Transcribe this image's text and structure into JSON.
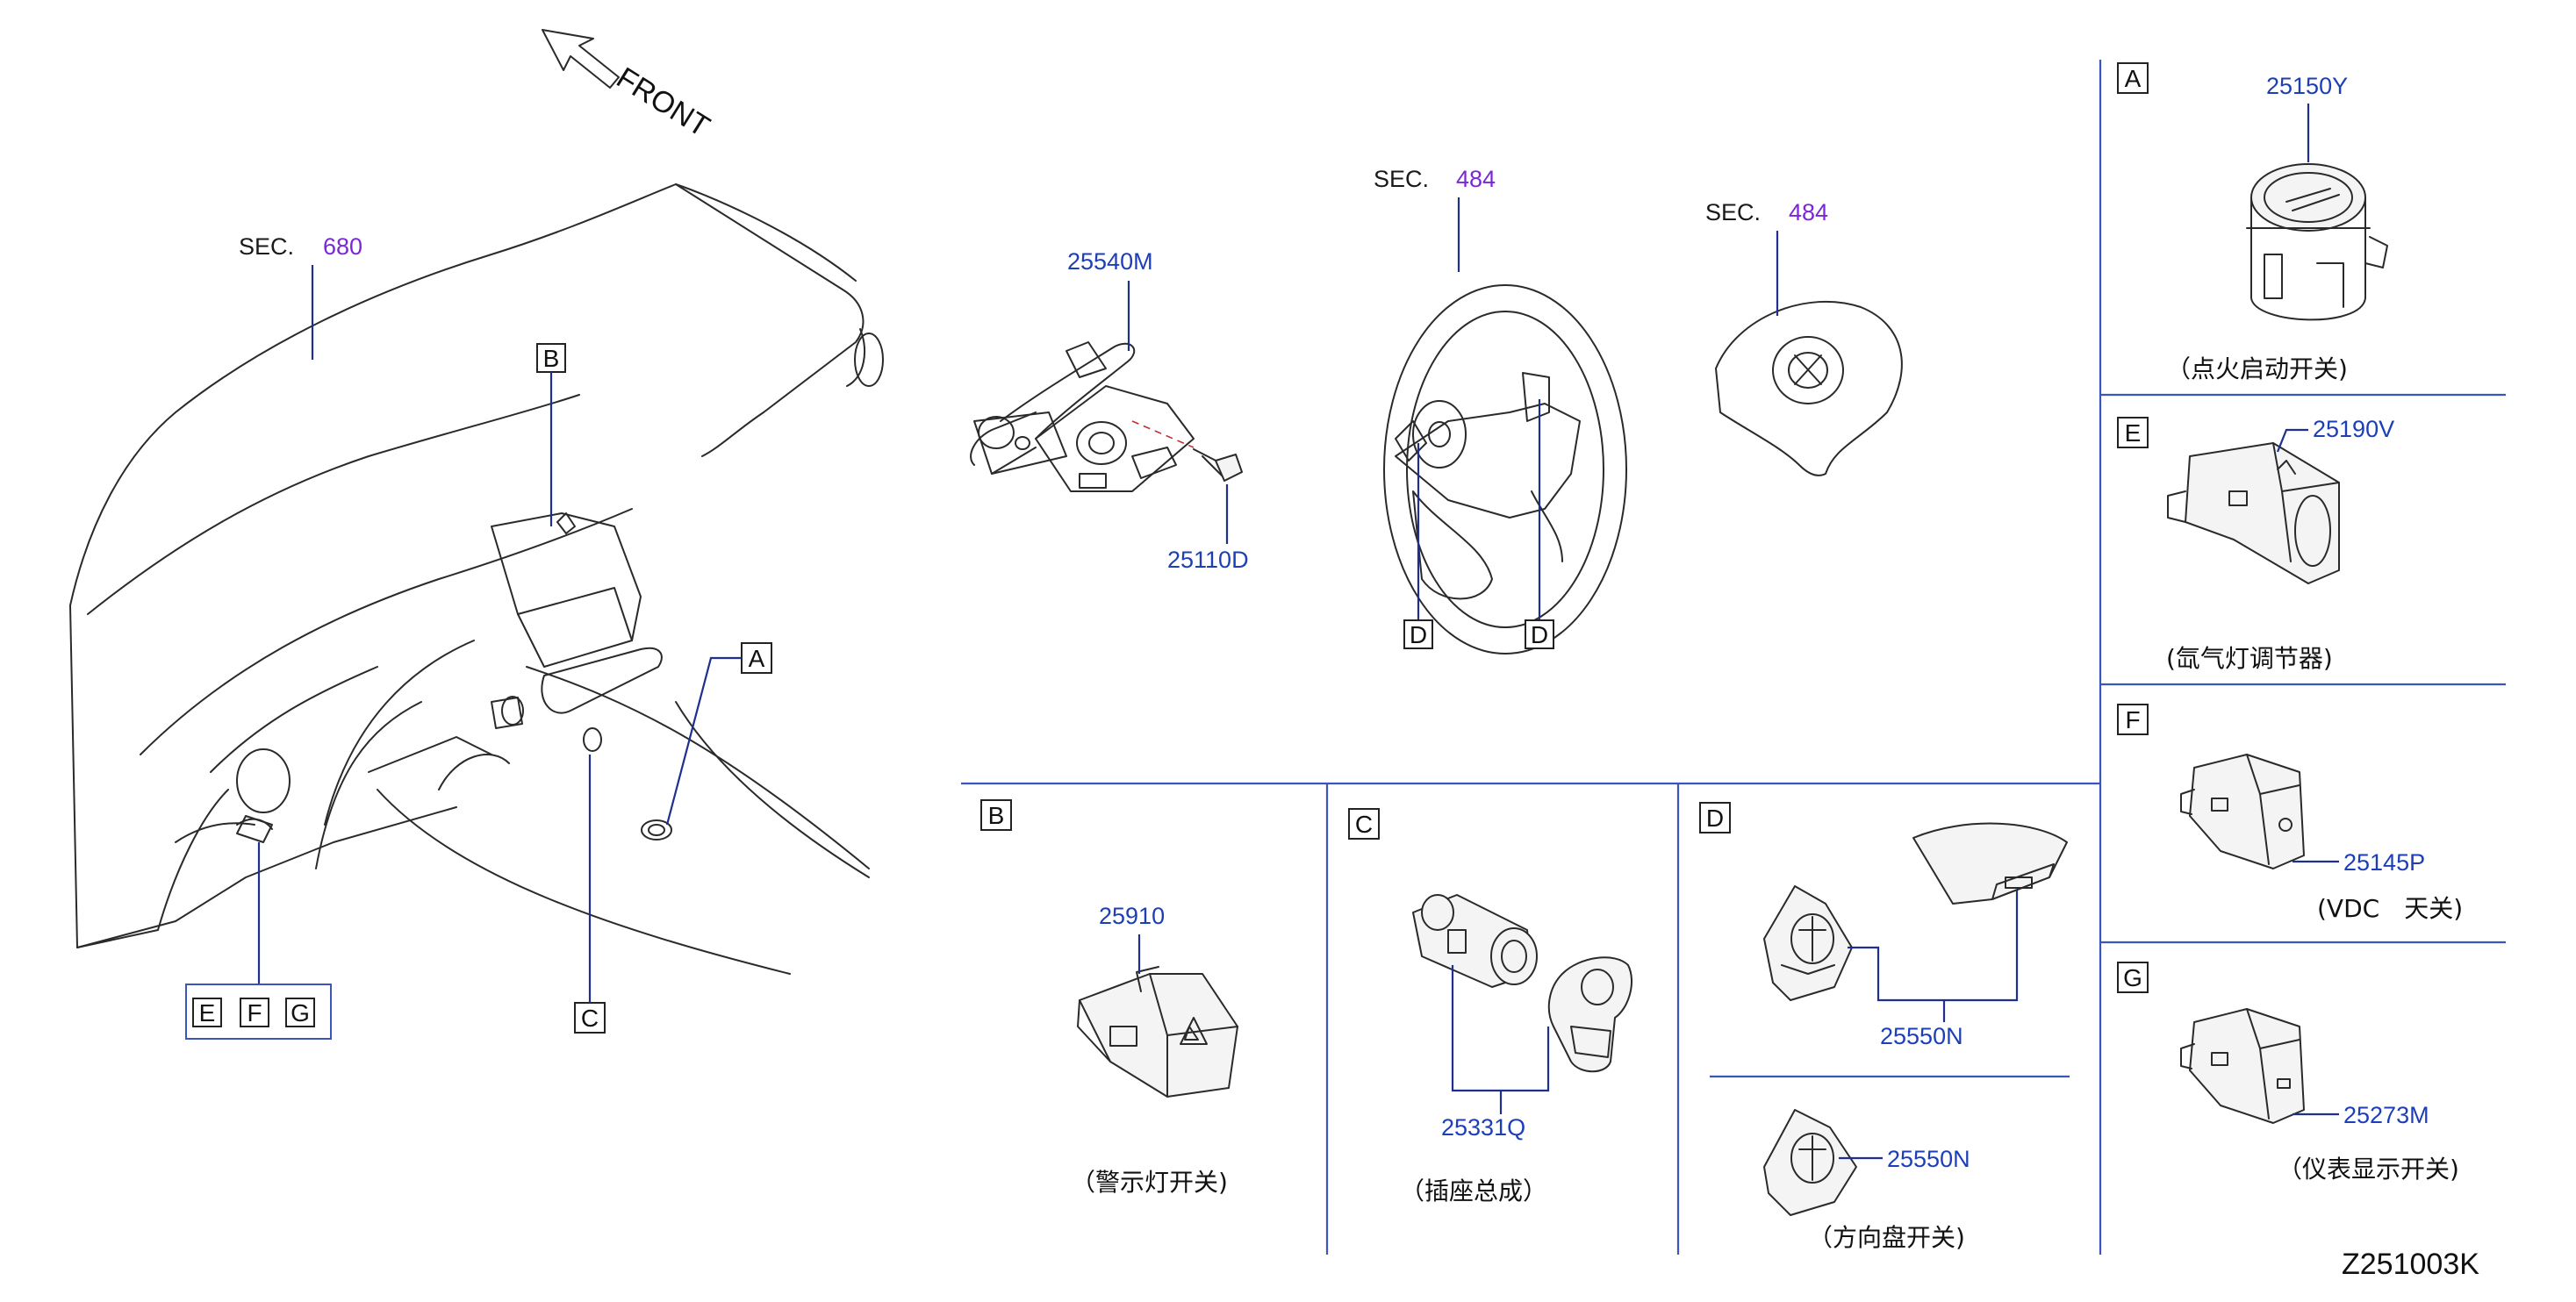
{
  "front_label": "FRONT",
  "drawing_ref": "Z251003K",
  "sec_680": {
    "prefix": "SEC.",
    "num": "680"
  },
  "sec_484_a": {
    "prefix": "SEC.",
    "num": "484"
  },
  "sec_484_b": {
    "prefix": "SEC.",
    "num": "484"
  },
  "callouts": {
    "a": "A",
    "b": "B",
    "c": "C",
    "d1": "D",
    "d2": "D",
    "e": "E",
    "f": "F",
    "g": "G"
  },
  "parts": {
    "p25540M": "25540M",
    "p25110D": "25110D",
    "p25910": "25910",
    "p25331Q": "25331Q",
    "p25550N_a": "25550N",
    "p25550N_b": "25550N",
    "p25150Y": "25150Y",
    "p25190V": "25190V",
    "p25145P": "25145P",
    "p25273M": "25273M"
  },
  "panels": {
    "b": {
      "tag": "B",
      "caption": "（警示灯开关)"
    },
    "c": {
      "tag": "C",
      "caption": "（插座总成）"
    },
    "d": {
      "tag": "D",
      "caption": "（方向盘开关)"
    },
    "a": {
      "tag": "A",
      "caption": "（点火启动开关)"
    },
    "e": {
      "tag": "E",
      "caption": "(氙气灯调节器)"
    },
    "f": {
      "tag": "F",
      "caption": "(VDC　天关)"
    },
    "g": {
      "tag": "G",
      "caption": "（仪表显示开关)"
    }
  }
}
